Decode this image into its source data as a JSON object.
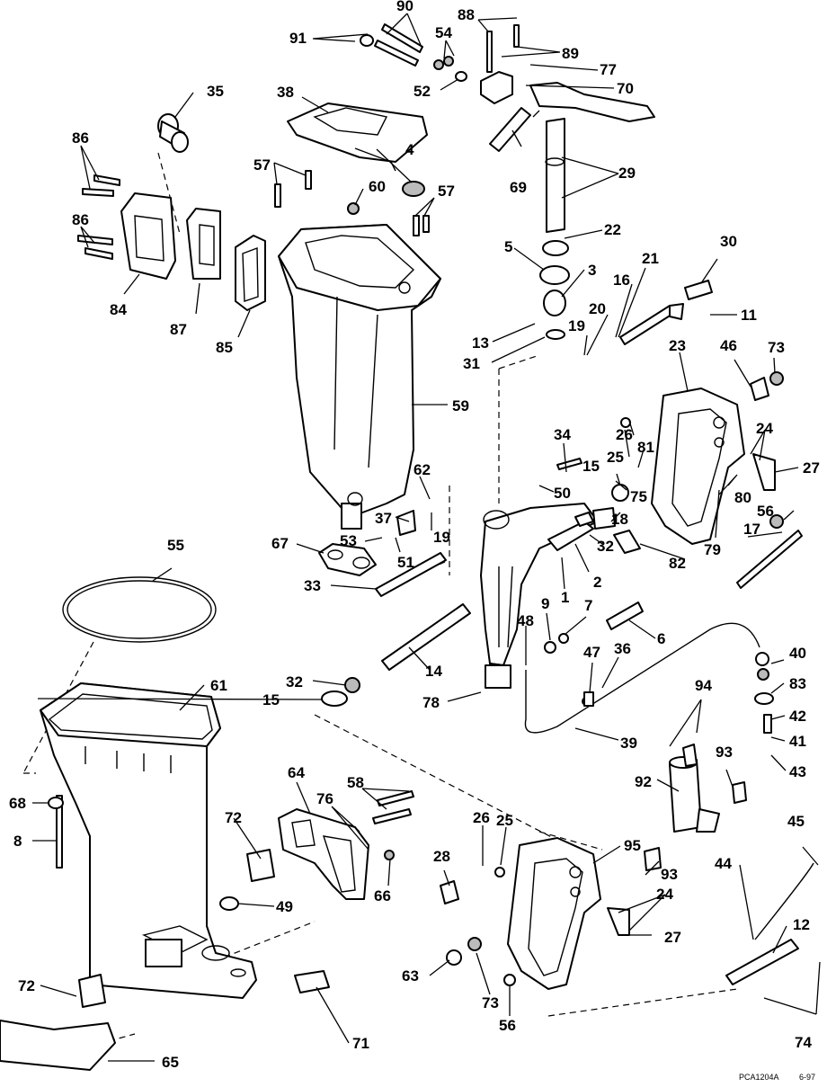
{
  "diagram": {
    "footer_code": "PCA1204A",
    "footer_date": "6-97",
    "labels": {
      "l1": "1",
      "l2": "2",
      "l3": "3",
      "l4": "4",
      "l5": "5",
      "l6": "6",
      "l7": "7",
      "l8": "8",
      "l9": "9",
      "l11": "11",
      "l12": "12",
      "l13": "13",
      "l14": "14",
      "l15": "15",
      "l16": "16",
      "l17": "17",
      "l18": "18",
      "l19": "19",
      "l20": "20",
      "l21": "21",
      "l22": "22",
      "l23": "23",
      "l24": "24",
      "l25": "25",
      "l26": "26",
      "l27": "27",
      "l28": "28",
      "l29": "29",
      "l30": "30",
      "l31": "31",
      "l32": "32",
      "l33": "33",
      "l34": "34",
      "l35": "35",
      "l36": "36",
      "l37": "37",
      "l38": "38",
      "l39": "39",
      "l40": "40",
      "l41": "41",
      "l42": "42",
      "l43": "43",
      "l44": "44",
      "l45": "45",
      "l46": "46",
      "l47": "47",
      "l48": "48",
      "l49": "49",
      "l50": "50",
      "l51": "51",
      "l52": "52",
      "l53": "53",
      "l54": "54",
      "l55": "55",
      "l56": "56",
      "l57": "57",
      "l58": "58",
      "l59": "59",
      "l60": "60",
      "l61": "61",
      "l62": "62",
      "l63": "63",
      "l64": "64",
      "l65": "65",
      "l66": "66",
      "l67": "67",
      "l68": "68",
      "l69": "69",
      "l70": "70",
      "l71": "71",
      "l72": "72",
      "l73": "73",
      "l74": "74",
      "l75": "75",
      "l76": "76",
      "l77": "77",
      "l78": "78",
      "l79": "79",
      "l80": "80",
      "l81": "81",
      "l82": "82",
      "l83": "83",
      "l84": "84",
      "l85": "85",
      "l86": "86",
      "l87": "87",
      "l88": "88",
      "l89": "89",
      "l90": "90",
      "l91": "91",
      "l92": "92",
      "l93": "93",
      "l94": "94",
      "l95": "95"
    }
  }
}
